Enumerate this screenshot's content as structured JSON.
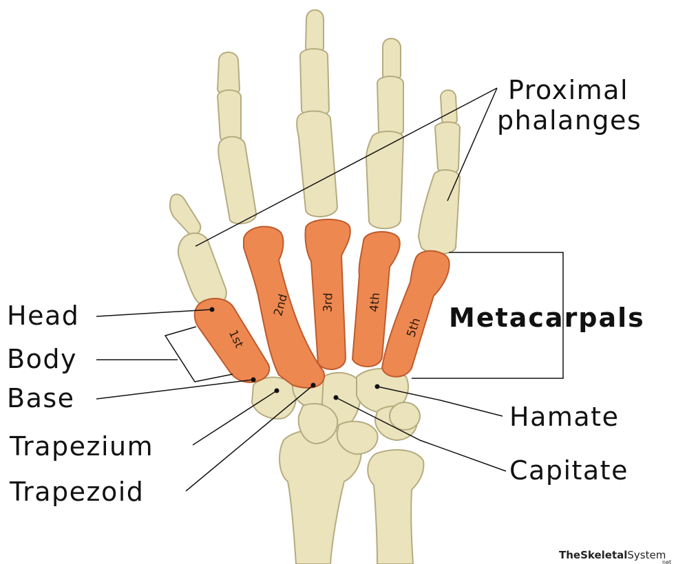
{
  "colors": {
    "bone": "#EAE3BC",
    "bone_outline": "#B5AB7F",
    "metacarpal": "#EE8851",
    "metacarpal_outline": "#BE5A2C",
    "leader_line": "#111111"
  },
  "labels": {
    "proximal_phalanges_line1": "Proximal",
    "proximal_phalanges_line2": "phalanges",
    "head": "Head",
    "body": "Body",
    "base": "Base",
    "trapezium": "Trapezium",
    "trapezoid": "Trapezoid",
    "metacarpals": "Metacarpals",
    "hamate": "Hamate",
    "capitate": "Capitate"
  },
  "metacarpal_numbers": [
    "1st",
    "2nd",
    "3rd",
    "4th",
    "5th"
  ],
  "watermark": {
    "part1": "TheSkeletal",
    "part2": "System",
    "suffix": "net"
  }
}
